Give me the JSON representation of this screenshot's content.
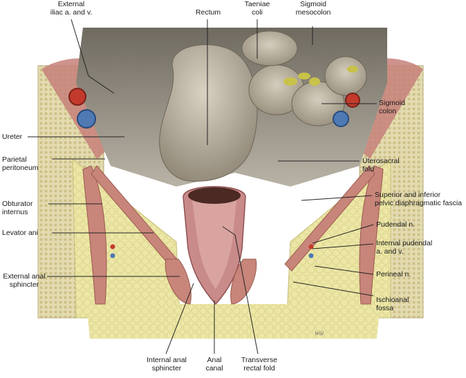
{
  "labels": {
    "external_iliac": "External\niliac a. and v.",
    "rectum": "Rectum",
    "taeniae_coli": "Taeniae\ncoli",
    "sigmoid_mesocolon": "Sigmoid\nmesocolon",
    "sigmoid_colon": "Sigmoid\ncolon",
    "ureter": "Ureter",
    "parietal_peritoneum": "Parietal\nperitoneum",
    "uterosacral_fold": "Uterosacral\nfold",
    "obturator_internus": "Obturator\ninternus",
    "pelvic_diaphragmatic_fascia": "Superior and inferior\npelvic diaphragmatic fascia",
    "levator_ani": "Levator ani",
    "pudendal_n": "Pudendal n.",
    "internal_pudendal": "Internal pudendal\na. and v.",
    "external_anal_sphincter": "External anal\nsphincter",
    "perineal_n": "Perineal n.",
    "ischioanal_fossa": "Ischioanal\nfossa",
    "internal_anal_sphincter": "Internal anal\nsphincter",
    "anal_canal": "Anal\ncanal",
    "transverse_rectal_fold": "Transverse\nrectal fold"
  },
  "signature": "Wül",
  "colors": {
    "background": "#ffffff",
    "fat": "#ece7a6",
    "bone": "#ddd4a4",
    "muscle": "#c8857a",
    "peritoneum": "#a7a092",
    "rectum": "#b3ab9a",
    "mucosa": "#c98a8a",
    "artery": "#c33a2c",
    "vein": "#4e79b3",
    "leader_line": "#222222"
  }
}
